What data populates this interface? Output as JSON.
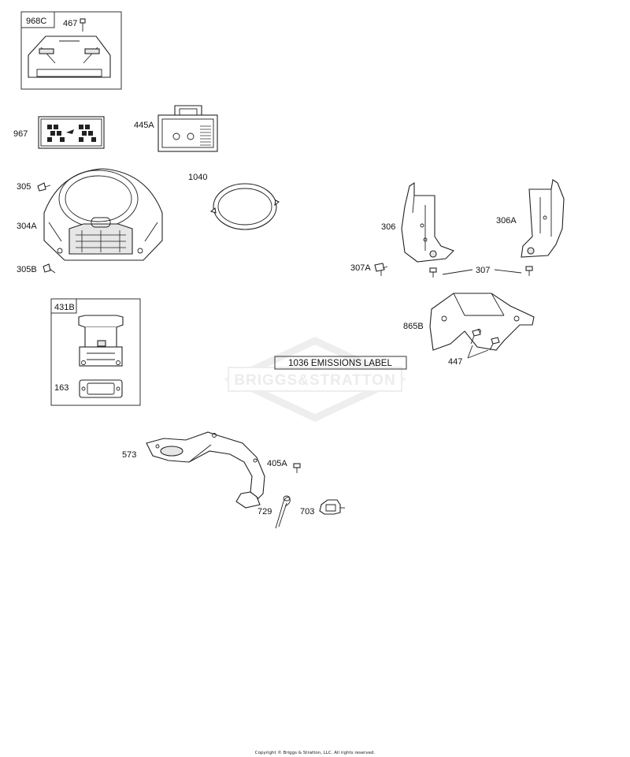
{
  "callouts": {
    "p968c": "968C",
    "p467": "467",
    "p967": "967",
    "p445a": "445A",
    "p1040": "1040",
    "p305": "305",
    "p304a": "304A",
    "p305b": "305B",
    "p306": "306",
    "p306a": "306A",
    "p307a": "307A",
    "p307": "307",
    "p865b": "865B",
    "p447": "447",
    "p431b": "431B",
    "p163": "163",
    "p573": "573",
    "p405a": "405A",
    "p729": "729",
    "p703": "703"
  },
  "emissions_label": "1036 EMISSIONS LABEL",
  "watermark": "BRIGGS&STRATTON",
  "copyright": "Copyright © Briggs & Stratton, LLC. All rights reserved."
}
